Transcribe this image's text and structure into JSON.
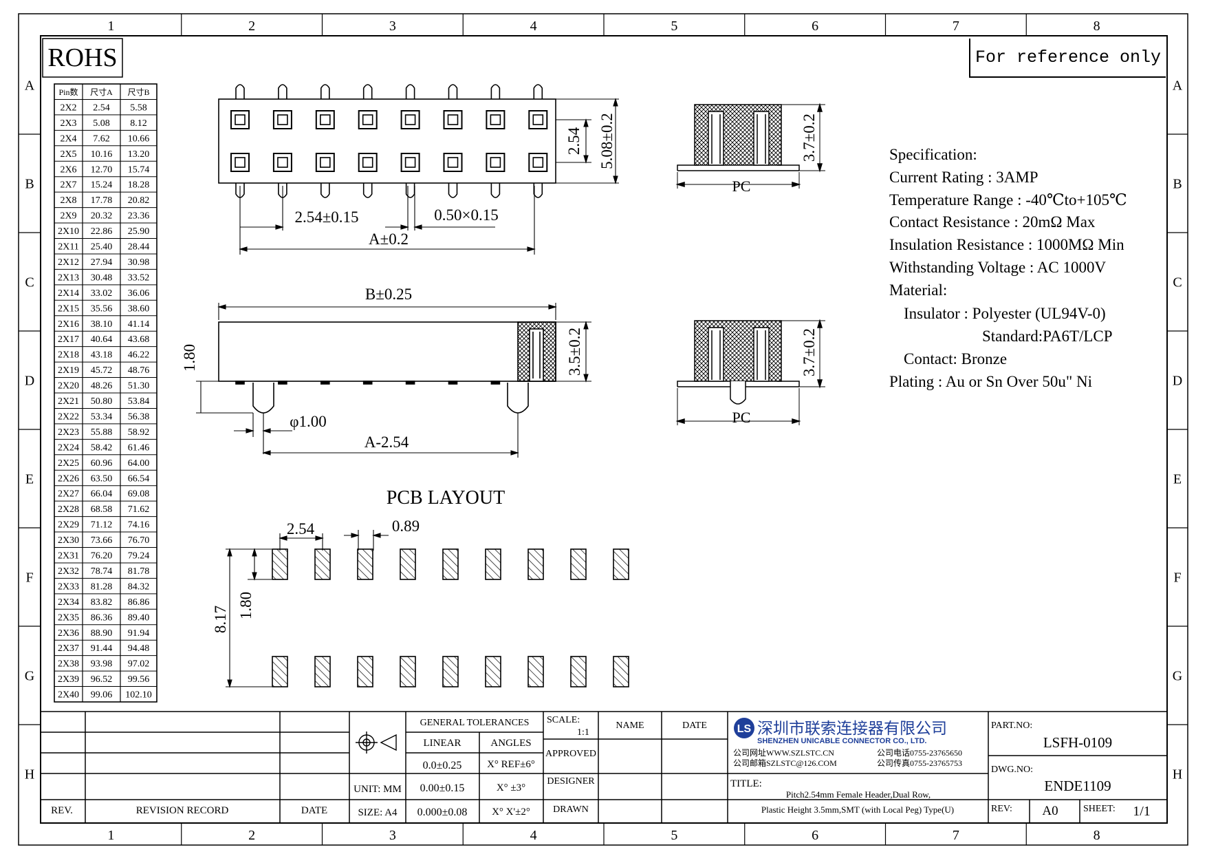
{
  "grid": {
    "columns": [
      "1",
      "2",
      "3",
      "4",
      "5",
      "6",
      "7",
      "8"
    ],
    "rows": [
      "A",
      "B",
      "C",
      "D",
      "E",
      "F",
      "G",
      "H"
    ]
  },
  "rohs": "ROHS",
  "reference_note": "For reference only",
  "pin_table": {
    "headers": [
      "Pin数",
      "尺寸A",
      "尺寸B"
    ],
    "rows": [
      [
        "2X2",
        "2.54",
        "5.58"
      ],
      [
        "2X3",
        "5.08",
        "8.12"
      ],
      [
        "2X4",
        "7.62",
        "10.66"
      ],
      [
        "2X5",
        "10.16",
        "13.20"
      ],
      [
        "2X6",
        "12.70",
        "15.74"
      ],
      [
        "2X7",
        "15.24",
        "18.28"
      ],
      [
        "2X8",
        "17.78",
        "20.82"
      ],
      [
        "2X9",
        "20.32",
        "23.36"
      ],
      [
        "2X10",
        "22.86",
        "25.90"
      ],
      [
        "2X11",
        "25.40",
        "28.44"
      ],
      [
        "2X12",
        "27.94",
        "30.98"
      ],
      [
        "2X13",
        "30.48",
        "33.52"
      ],
      [
        "2X14",
        "33.02",
        "36.06"
      ],
      [
        "2X15",
        "35.56",
        "38.60"
      ],
      [
        "2X16",
        "38.10",
        "41.14"
      ],
      [
        "2X17",
        "40.64",
        "43.68"
      ],
      [
        "2X18",
        "43.18",
        "46.22"
      ],
      [
        "2X19",
        "45.72",
        "48.76"
      ],
      [
        "2X20",
        "48.26",
        "51.30"
      ],
      [
        "2X21",
        "50.80",
        "53.84"
      ],
      [
        "2X22",
        "53.34",
        "56.38"
      ],
      [
        "2X23",
        "55.88",
        "58.92"
      ],
      [
        "2X24",
        "58.42",
        "61.46"
      ],
      [
        "2X25",
        "60.96",
        "64.00"
      ],
      [
        "2X26",
        "63.50",
        "66.54"
      ],
      [
        "2X27",
        "66.04",
        "69.08"
      ],
      [
        "2X28",
        "68.58",
        "71.62"
      ],
      [
        "2X29",
        "71.12",
        "74.16"
      ],
      [
        "2X30",
        "73.66",
        "76.70"
      ],
      [
        "2X31",
        "76.20",
        "79.24"
      ],
      [
        "2X32",
        "78.74",
        "81.78"
      ],
      [
        "2X33",
        "81.28",
        "84.32"
      ],
      [
        "2X34",
        "83.82",
        "86.86"
      ],
      [
        "2X35",
        "86.36",
        "89.40"
      ],
      [
        "2X36",
        "88.90",
        "91.94"
      ],
      [
        "2X37",
        "91.44",
        "94.48"
      ],
      [
        "2X38",
        "93.98",
        "97.02"
      ],
      [
        "2X39",
        "96.52",
        "99.56"
      ],
      [
        "2X40",
        "99.06",
        "102.10"
      ]
    ]
  },
  "dims": {
    "top_pitch": "2.54±0.15",
    "top_pin": "0.50×0.15",
    "top_a": "A±0.2",
    "top_row": "2.54",
    "top_height": "5.08±0.2",
    "side_b": "B±0.25",
    "side_height": "3.5±0.2",
    "side_180": "1.80",
    "side_dia": "φ1.00",
    "side_a": "A-2.54",
    "pcb_title": "PCB LAYOUT",
    "pcb_pitch": "2.54",
    "pcb_pad": "0.89",
    "pcb_total": "8.17",
    "pcb_pad_len": "1.80",
    "sec_height": "3.7±0.2",
    "sec_pc": "PC"
  },
  "spec": {
    "lines": [
      "Specification:",
      "Current Rating : 3AMP",
      "Temperature Range : -40℃to+105℃",
      "Contact Resistance : 20mΩ Max",
      "Insulation Resistance : 1000MΩ Min",
      "Withstanding Voltage : AC 1000V",
      "Material:",
      "Insulator : Polyester (UL94V-0)",
      "Standard:PA6T/LCP",
      "Contact: Bronze",
      "Plating : Au or Sn Over 50u\" Ni"
    ]
  },
  "title_block": {
    "rev_label": "REV.",
    "revision_record": "REVISION RECORD",
    "date_label": "DATE",
    "general_tolerances": "GENERAL TOLERANCES",
    "linear": "LINEAR",
    "angles": "ANGLES",
    "lin1": "0.0±0.25",
    "lin2": "0.00±0.15",
    "lin3": "0.000±0.08",
    "ang1": "X° REF±6°",
    "ang2": "X° ±3°",
    "ang3": "X° X'±2°",
    "unit": "UNIT: MM",
    "size": "SIZE: A4",
    "scale_label": "SCALE:",
    "scale_value": "1:1",
    "name": "NAME",
    "date": "DATE",
    "approved": "APPROVED",
    "designer": "DESIGNER",
    "drawn": "DRAWN",
    "company_cn": "深圳市联索连接器有限公司",
    "company_en": "SHENZHEN UNICABLE CONNECTOR CO., LTD.",
    "web": "公司网址WWW.SZLSTC.CN",
    "email": "公司邮箱SZLSTC@126.COM",
    "tel": "公司电话0755-23765650",
    "fax": "公司传真0755-23765753",
    "title_label": "TITLE:",
    "title_line1": "Pitch2.54mm Female Header,Dual Row,",
    "title_line2": "Plastic Height 3.5mm,SMT (with Local Peg) Type(U)",
    "part_no_label": "PART.NO:",
    "part_no": "LSFH-0109",
    "dwg_no_label": "DWG.NO:",
    "dwg_no": "ENDE1109",
    "rev_label2": "REV:",
    "rev_value": "A0",
    "sheet_label": "SHEET:",
    "sheet_value": "1/1"
  },
  "colors": {
    "line": "#000000",
    "logo_blue": "#1f3f9a",
    "background": "#ffffff"
  }
}
